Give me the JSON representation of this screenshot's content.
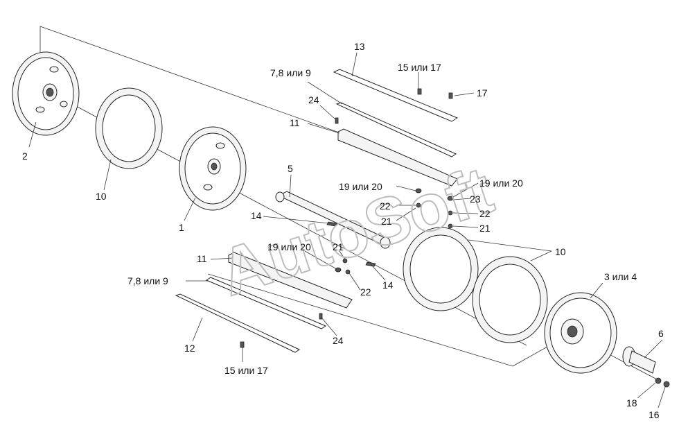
{
  "watermark": "AutoSoft",
  "labels": [
    "2",
    "10",
    "1",
    "5",
    "13",
    "7,8 или 9",
    "15 или 17",
    "17",
    "24",
    "11",
    "19 или 20",
    "19 или 20",
    "22",
    "23",
    "22",
    "21",
    "21",
    "14",
    "19 или 20",
    "21",
    "11",
    "22",
    "14",
    "7,8 или 9",
    "12",
    "15 или 17",
    "24",
    "10",
    "3 или 4",
    "6",
    "18",
    "16"
  ]
}
